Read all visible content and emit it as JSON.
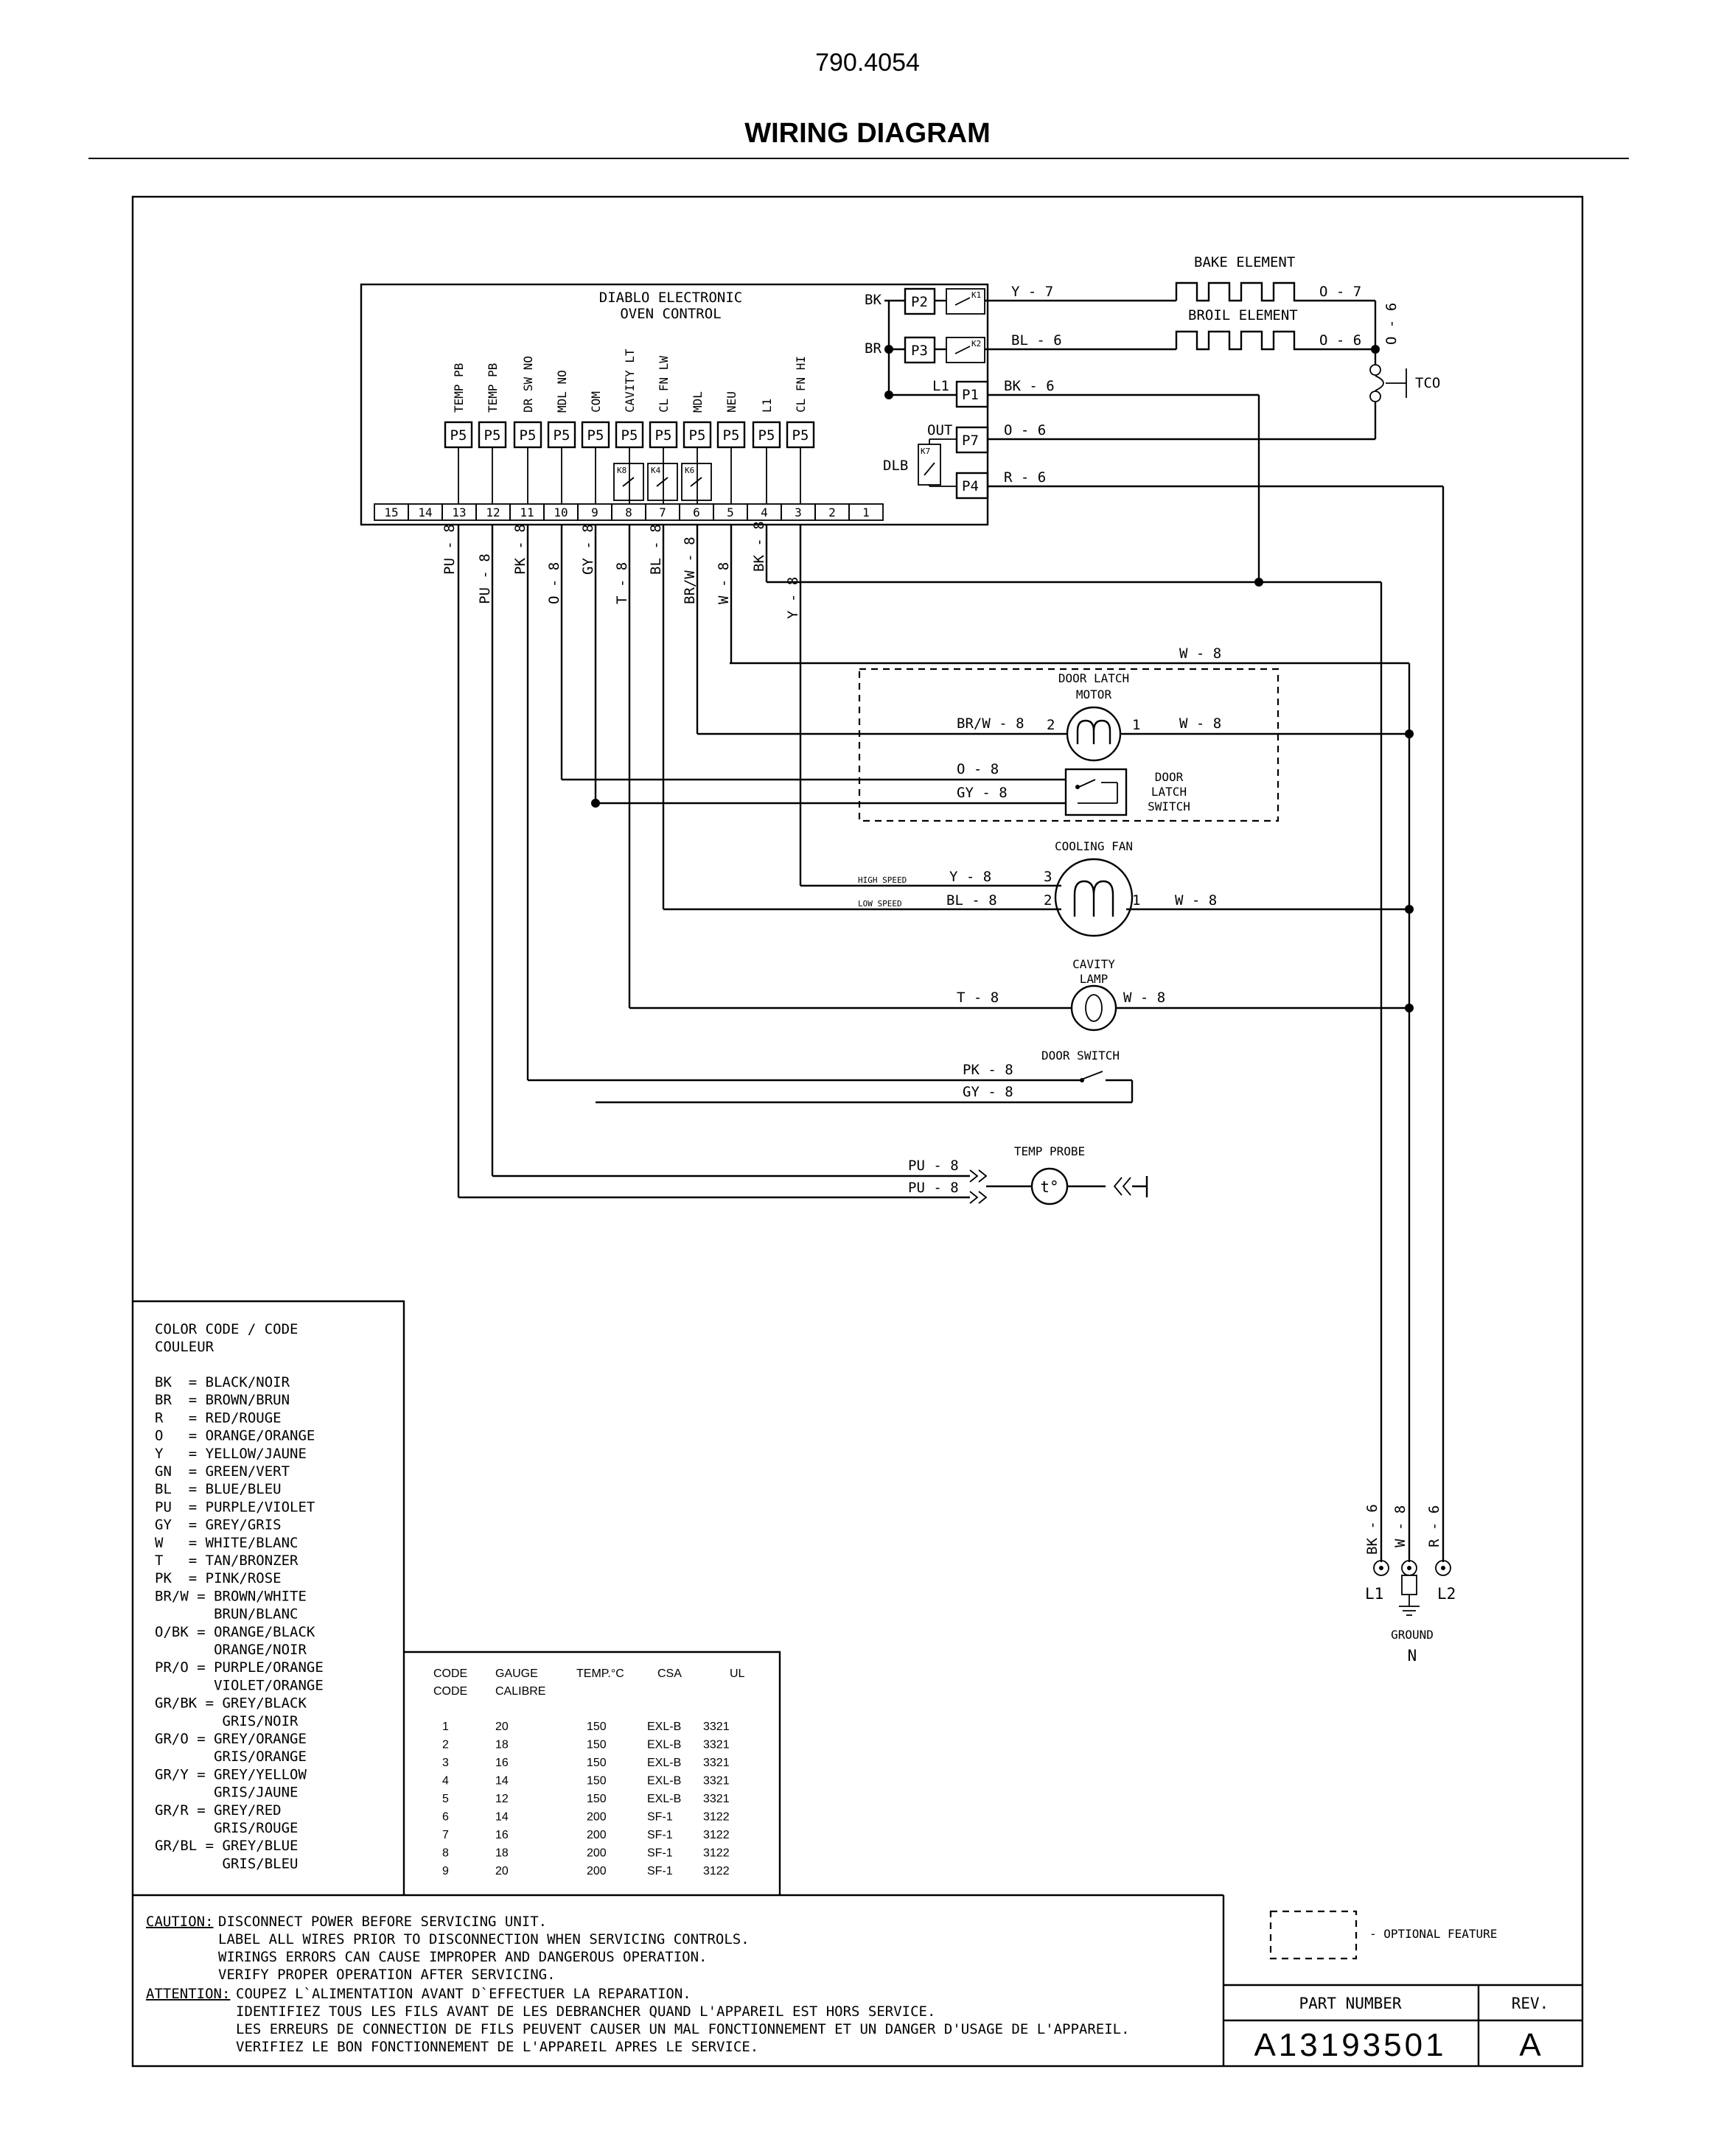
{
  "header": {
    "doc_number": "790.4054",
    "title": "WIRING DIAGRAM"
  },
  "control": {
    "title_line1": "DIABLO ELECTRONIC",
    "title_line2": "OVEN CONTROL",
    "pin_names": [
      "TEMP PB",
      "TEMP PB",
      "DR SW NO",
      "MDL NO",
      "COM",
      "CAVITY LT",
      "CL FN LW",
      "MDL",
      "NEU",
      "L1",
      "CL FN HI"
    ],
    "connector_label": "P5",
    "terminals": [
      "15",
      "14",
      "13",
      "12",
      "11",
      "10",
      "9",
      "8",
      "7",
      "6",
      "5",
      "4",
      "3",
      "2",
      "1"
    ],
    "relays": [
      "K8",
      "K4",
      "K6"
    ],
    "right_side": {
      "bk": "BK",
      "br": "BR",
      "p2": "P2",
      "p3": "P3",
      "p1": "P1",
      "p7": "P7",
      "p4": "P4",
      "k1": "K1",
      "k2": "K2",
      "k7": "K7",
      "l1": "L1",
      "out": "OUT",
      "dlb": "DLB"
    }
  },
  "wires": {
    "y7": "Y - 7",
    "bl6": "BL - 6",
    "bk6": "BK - 6",
    "o6_p7": "O - 6",
    "r6": "R - 6",
    "o7": "O - 7",
    "o6_broil": "O - 6",
    "o6_vert": "O - 6",
    "pu8_a": "PU - 8",
    "pu8_b": "PU - 8",
    "pk8": "PK - 8",
    "o8": "O - 8",
    "gy8": "GY - 8",
    "t8": "T - 8",
    "bl8": "BL - 8",
    "brw8": "BR/W - 8",
    "w8": "W - 8",
    "bk8": "BK - 8",
    "y8": "Y - 8",
    "w8_top": "W - 8"
  },
  "components": {
    "bake_element": "BAKE ELEMENT",
    "broil_element": "BROIL ELEMENT",
    "tco": "TCO",
    "door_latch_motor_1": "DOOR LATCH",
    "door_latch_motor_2": "MOTOR",
    "door_latch_switch_1": "DOOR",
    "door_latch_switch_2": "LATCH",
    "door_latch_switch_3": "SWITCH",
    "cooling_fan": "COOLING FAN",
    "high_speed": "HIGH SPEED",
    "low_speed": "LOW SPEED",
    "cavity_lamp_1": "CAVITY",
    "cavity_lamp_2": "LAMP",
    "door_switch": "DOOR SWITCH",
    "temp_probe": "TEMP PROBE",
    "probe_symbol": "t°"
  },
  "component_wires": {
    "dlm_brw8": "BR/W - 8",
    "dlm_w8": "W - 8",
    "dlm_2": "2",
    "dlm_1": "1",
    "dls_o8": "O - 8",
    "dls_gy8": "GY - 8",
    "fan_y8": "Y - 8",
    "fan_bl8": "BL - 8",
    "fan_w8": "W - 8",
    "fan_3": "3",
    "fan_2": "2",
    "fan_1": "1",
    "lamp_t8": "T - 8",
    "lamp_w8": "W - 8",
    "ds_pk8": "PK - 8",
    "ds_gy8": "GY - 8",
    "tp_pu8_a": "PU - 8",
    "tp_pu8_b": "PU - 8"
  },
  "supply": {
    "bk6": "BK - 6",
    "w8": "W - 8",
    "r6": "R - 6",
    "l1": "L1",
    "l2": "L2",
    "ground": "GROUND",
    "n": "N"
  },
  "color_code": {
    "title": "COLOR CODE / CODE",
    "title2": "COULEUR",
    "lines": [
      "BK  = BLACK/NOIR",
      "BR  = BROWN/BRUN",
      "R   = RED/ROUGE",
      "O   = ORANGE/ORANGE",
      "Y   = YELLOW/JAUNE",
      "GN  = GREEN/VERT",
      "BL  = BLUE/BLEU",
      "PU  = PURPLE/VIOLET",
      "GY  = GREY/GRIS",
      "W   = WHITE/BLANC",
      "T   = TAN/BRONZER",
      "PK  = PINK/ROSE",
      "BR/W = BROWN/WHITE",
      "       BRUN/BLANC",
      "O/BK = ORANGE/BLACK",
      "       ORANGE/NOIR",
      "PR/O = PURPLE/ORANGE",
      "       VIOLET/ORANGE",
      "GR/BK = GREY/BLACK",
      "        GRIS/NOIR",
      "GR/O = GREY/ORANGE",
      "       GRIS/ORANGE",
      "GR/Y = GREY/YELLOW",
      "       GRIS/JAUNE",
      "GR/R = GREY/RED",
      "       GRIS/ROUGE",
      "GR/BL = GREY/BLUE",
      "        GRIS/BLEU"
    ]
  },
  "gauge_table": {
    "headers": [
      "CODE",
      "GAUGE",
      "TEMP.°C",
      "CSA",
      "UL"
    ],
    "headers2": [
      "CODE",
      "CALIBRE"
    ],
    "rows": [
      [
        "1",
        "20",
        "150",
        "EXL-B",
        "3321"
      ],
      [
        "2",
        "18",
        "150",
        "EXL-B",
        "3321"
      ],
      [
        "3",
        "16",
        "150",
        "EXL-B",
        "3321"
      ],
      [
        "4",
        "14",
        "150",
        "EXL-B",
        "3321"
      ],
      [
        "5",
        "12",
        "150",
        "EXL-B",
        "3321"
      ],
      [
        "6",
        "14",
        "200",
        "SF-1",
        "3122"
      ],
      [
        "7",
        "16",
        "200",
        "SF-1",
        "3122"
      ],
      [
        "8",
        "18",
        "200",
        "SF-1",
        "3122"
      ],
      [
        "9",
        "20",
        "200",
        "SF-1",
        "3122"
      ]
    ]
  },
  "caution": {
    "caution_label": "CAUTION:",
    "caution_lines": [
      "DISCONNECT POWER BEFORE SERVICING UNIT.",
      "LABEL ALL WIRES PRIOR TO DISCONNECTION WHEN SERVICING CONTROLS.",
      "WIRINGS ERRORS CAN CAUSE IMPROPER AND DANGEROUS OPERATION.",
      "VERIFY PROPER OPERATION AFTER SERVICING."
    ],
    "attention_label": "ATTENTION:",
    "attention_lines": [
      "COUPEZ L`ALIMENTATION AVANT D`EFFECTUER LA REPARATION.",
      "IDENTIFIEZ TOUS LES FILS AVANT DE LES DEBRANCHER QUAND L'APPAREIL EST HORS SERVICE.",
      "LES ERREURS DE CONNECTION DE FILS PEUVENT CAUSER UN MAL FONCTIONNEMENT ET UN DANGER D'USAGE DE L'APPAREIL.",
      "VERIFIEZ LE BON FONCTIONNEMENT DE L'APPAREIL APRES LE SERVICE."
    ]
  },
  "legend": {
    "optional_feature": "- OPTIONAL FEATURE"
  },
  "title_block": {
    "part_number_label": "PART NUMBER",
    "rev_label": "REV.",
    "part_number": "A13193501",
    "rev": "A"
  }
}
